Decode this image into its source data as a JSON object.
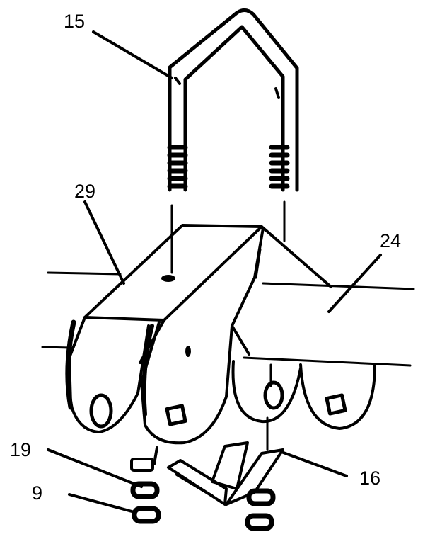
{
  "callouts": {
    "c15": "15",
    "c29": "29",
    "c24": "24",
    "c19": "19",
    "c9": "9",
    "c16": "16"
  },
  "colors": {
    "ink": "#000000",
    "paper": "#ffffff"
  }
}
